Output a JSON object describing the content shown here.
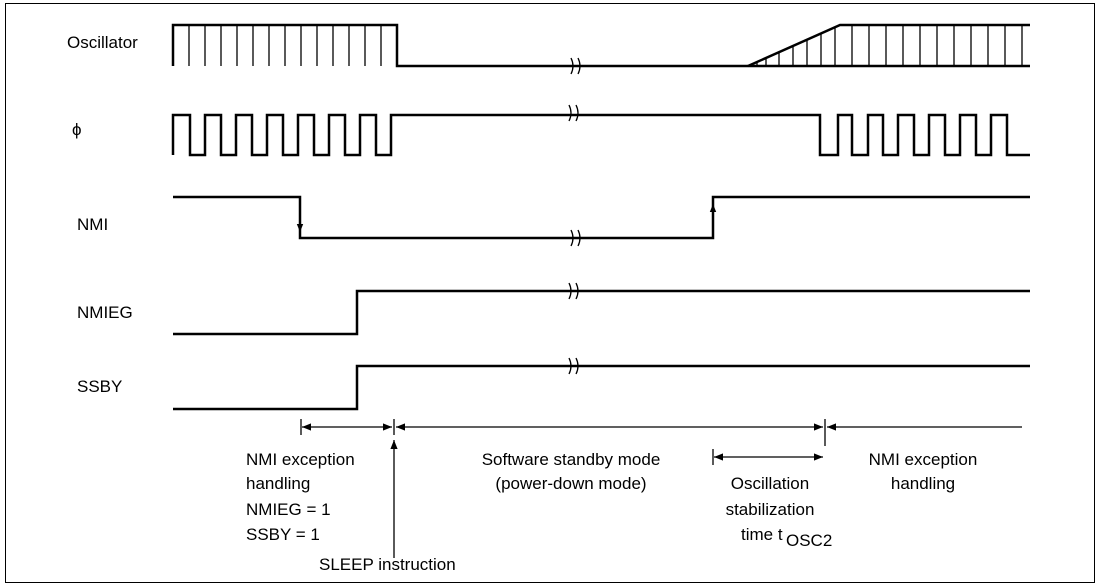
{
  "signals": {
    "oscillator": "Oscillator",
    "phi": "ϕ",
    "nmi": "NMI",
    "nmieg": "NMIEG",
    "ssby": "SSBY"
  },
  "phases": {
    "nmi_exception_1": [
      "NMI exception",
      "handling",
      "NMIEG = 1",
      "SSBY = 1"
    ],
    "sleep_instruction": "SLEEP instruction",
    "software_standby": [
      "Software standby mode",
      "(power-down mode)"
    ],
    "oscillation_stabilization": [
      "Oscillation",
      "stabilization",
      "time t"
    ],
    "osc_subscript": "OSC2",
    "nmi_exception_2": [
      "NMI exception",
      "handling"
    ]
  }
}
